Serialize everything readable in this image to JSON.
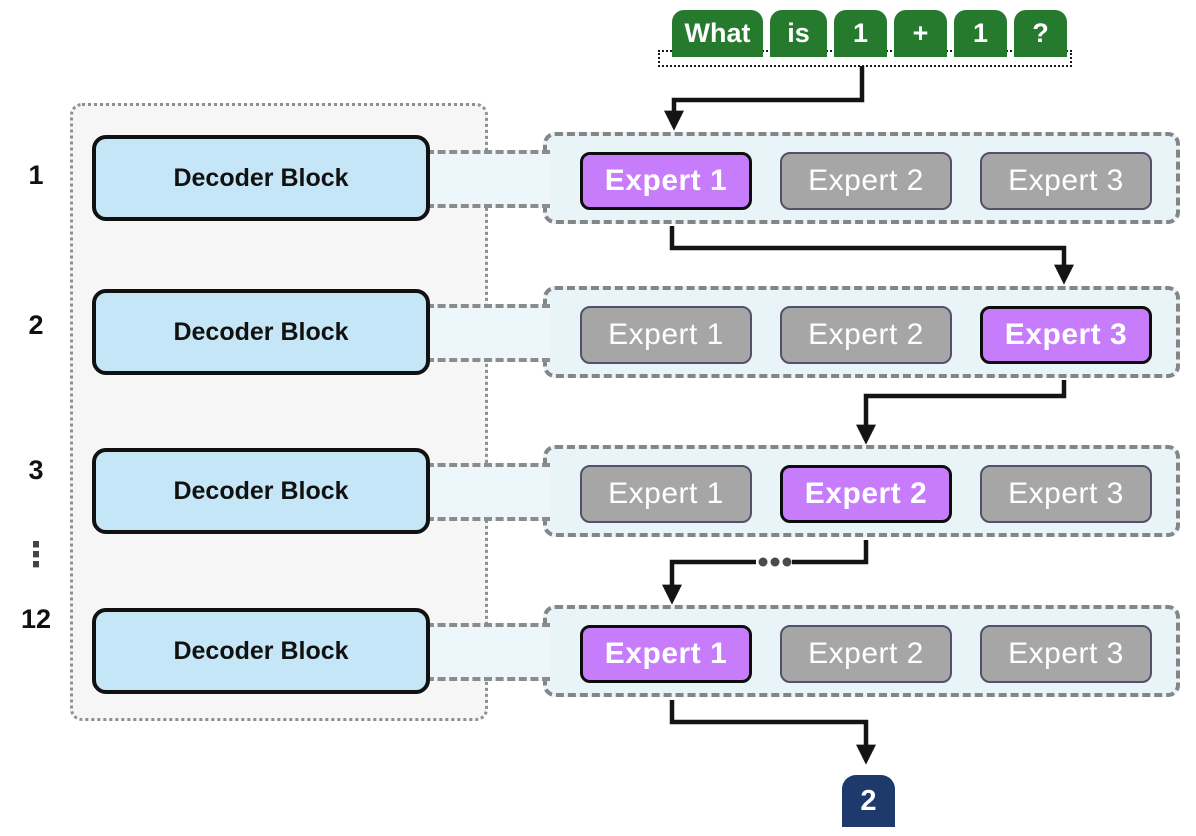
{
  "input": {
    "tokens": [
      "What",
      "is",
      "1",
      "+",
      "1",
      "?"
    ]
  },
  "decoder_stack": {
    "block_label": "Decoder Block",
    "layer_numbers": [
      "1",
      "2",
      "3",
      "12"
    ],
    "ellipsis_vertical": "⋮"
  },
  "layers": [
    {
      "number": "1",
      "experts": [
        {
          "label": "Expert 1",
          "selected": true
        },
        {
          "label": "Expert 2",
          "selected": false
        },
        {
          "label": "Expert 3",
          "selected": false
        }
      ]
    },
    {
      "number": "2",
      "experts": [
        {
          "label": "Expert 1",
          "selected": false
        },
        {
          "label": "Expert 2",
          "selected": false
        },
        {
          "label": "Expert 3",
          "selected": true
        }
      ]
    },
    {
      "number": "3",
      "experts": [
        {
          "label": "Expert 1",
          "selected": false
        },
        {
          "label": "Expert 2",
          "selected": true
        },
        {
          "label": "Expert 3",
          "selected": false
        }
      ]
    },
    {
      "number": "12",
      "experts": [
        {
          "label": "Expert 1",
          "selected": true
        },
        {
          "label": "Expert 2",
          "selected": false
        },
        {
          "label": "Expert 3",
          "selected": false
        }
      ]
    }
  ],
  "output": {
    "token": "2"
  },
  "colors": {
    "green": "#267a2e",
    "purple": "#c77dfb",
    "gray": "#a6a6a6",
    "lightblue": "#c5e6f6",
    "navy": "#1e3a6d"
  }
}
